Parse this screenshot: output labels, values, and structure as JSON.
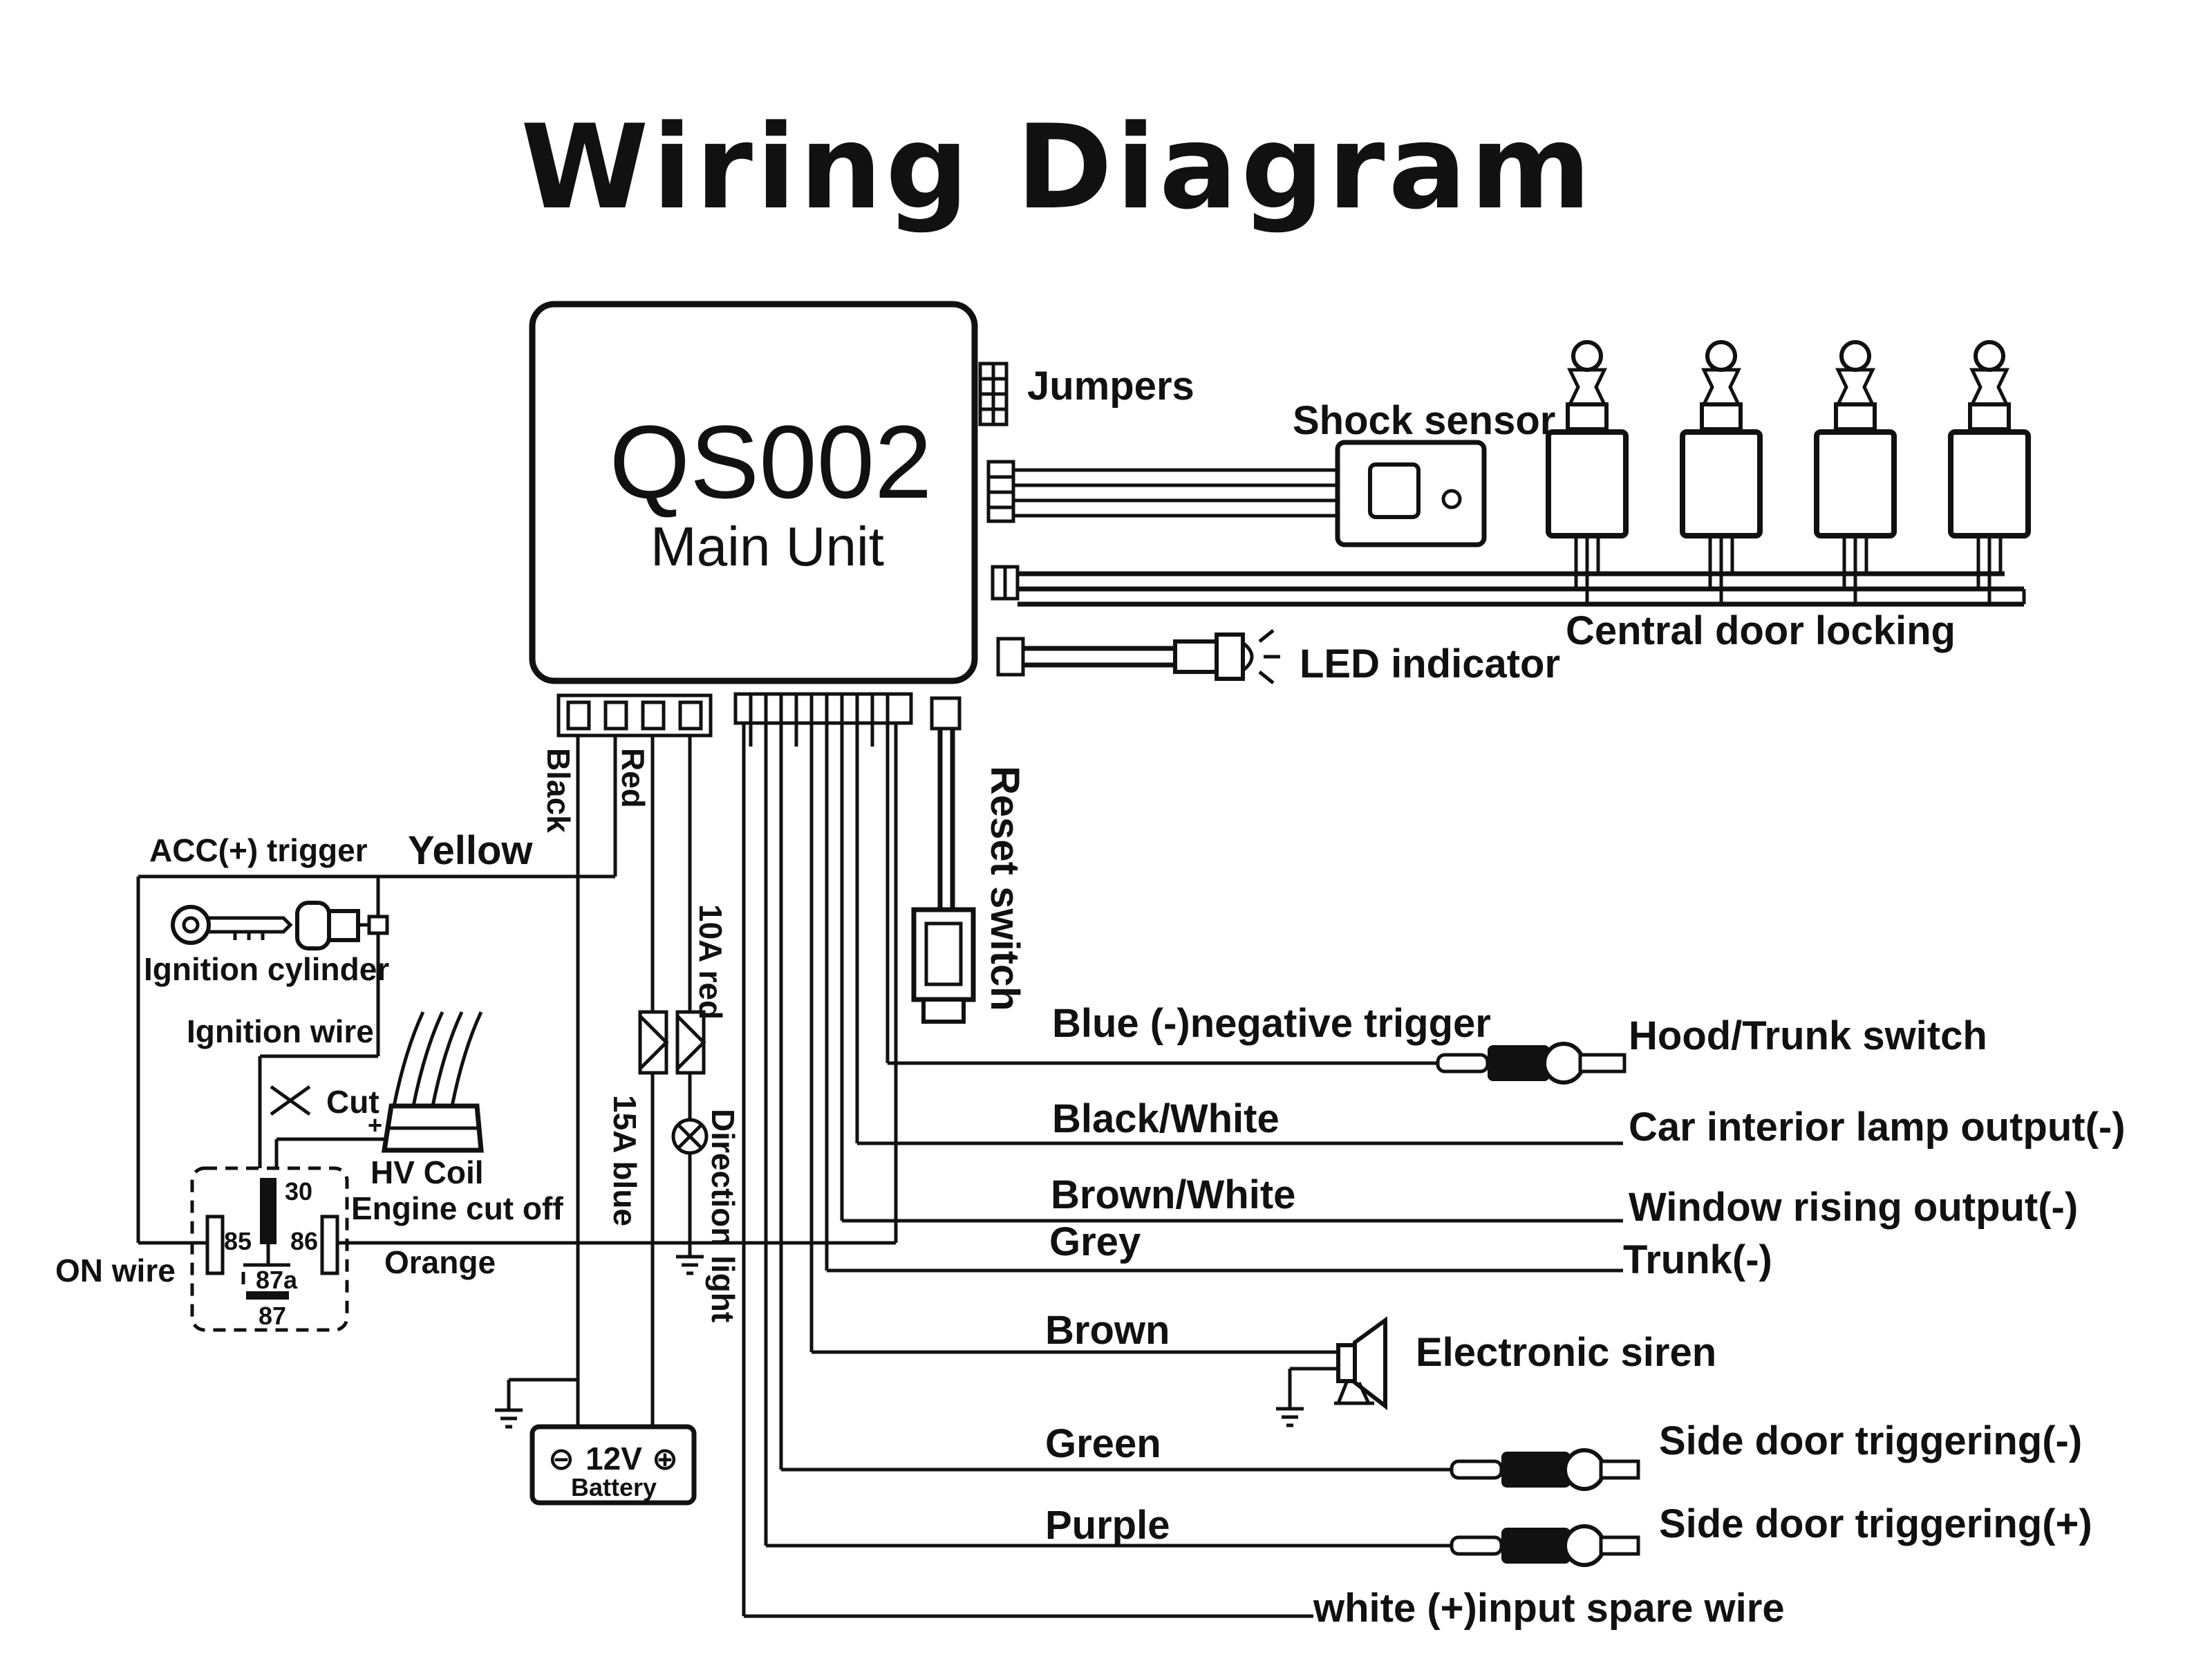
{
  "title": "Wiring Diagram",
  "main_unit": {
    "model": "QS002",
    "subtitle": "Main Unit"
  },
  "right_labels": {
    "jumpers": "Jumpers",
    "shock_sensor": "Shock sensor",
    "central_door_locking": "Central door locking",
    "led_indicator": "LED indicator",
    "reset_switch": "Reset switch"
  },
  "power_wires": {
    "black": "Black",
    "red": "Red",
    "fuse_10a": "10A red",
    "fuse_15a": "15A blue",
    "direction_light": "Direction light"
  },
  "left_labels": {
    "acc_trigger": "ACC(+) trigger",
    "yellow": "Yellow",
    "ignition_cylinder": "Ignition cylinder",
    "ignition_wire": "Ignition wire",
    "cut": "Cut",
    "hv_coil": "HV Coil",
    "engine_cut_off": "Engine cut off",
    "orange": "Orange",
    "on_wire": "ON wire",
    "relay_30": "30",
    "relay_85": "85",
    "relay_86": "86",
    "relay_87a": "87a",
    "relay_87": "87"
  },
  "battery": {
    "voltage": "12V",
    "label": "Battery",
    "minus": "⊖",
    "plus": "⊕"
  },
  "outputs": [
    {
      "wire": "Blue (-)negative trigger",
      "function": "Hood/Trunk switch"
    },
    {
      "wire": "Black/White",
      "function": "Car interior lamp output(-)"
    },
    {
      "wire": "Brown/White",
      "function": "Window rising output(-)"
    },
    {
      "wire": "Grey",
      "function": "Trunk(-)"
    },
    {
      "wire": "Brown",
      "function": "Electronic siren"
    },
    {
      "wire": "Green",
      "function": "Side door triggering(-)"
    },
    {
      "wire": "Purple",
      "function": "Side door triggering(+)"
    },
    {
      "wire": "white (+)input spare wire",
      "function": ""
    }
  ]
}
